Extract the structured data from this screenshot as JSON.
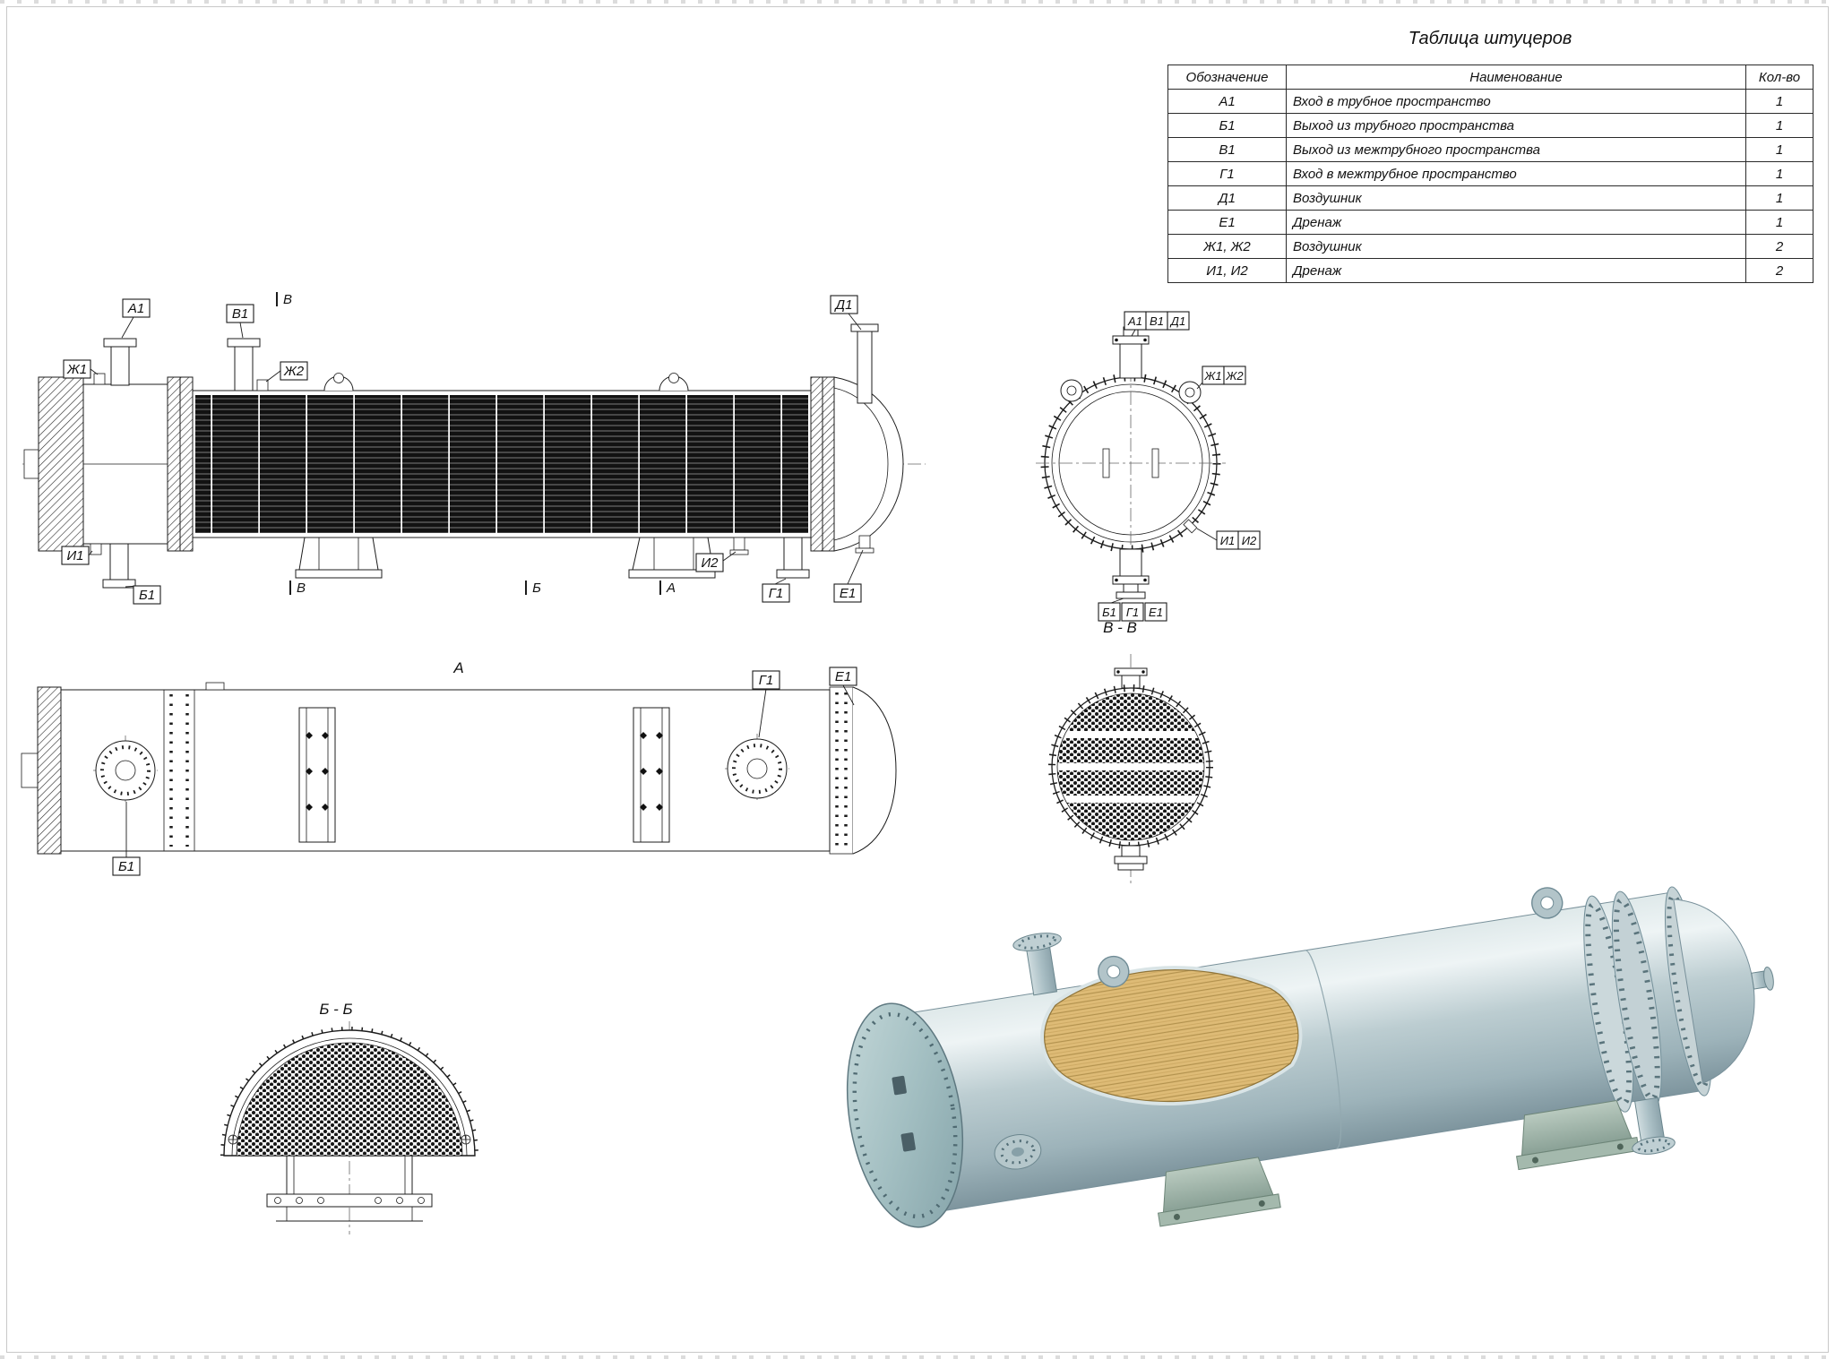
{
  "sheet": {
    "background": "#ffffff",
    "ink": "#1c1c1c",
    "frame_color": "#c8c8c8"
  },
  "nozzle_table": {
    "title": "Таблица штуцеров",
    "headers": {
      "designation": "Обозначение",
      "name": "Наименование",
      "qty": "Кол-во"
    },
    "rows": [
      {
        "designation": "А1",
        "name": "Вход в трубное пространство",
        "qty": "1"
      },
      {
        "designation": "Б1",
        "name": "Выход из трубного пространства",
        "qty": "1"
      },
      {
        "designation": "В1",
        "name": "Выход из межтрубного пространства",
        "qty": "1"
      },
      {
        "designation": "Г1",
        "name": "Вход в межтрубное пространство",
        "qty": "1"
      },
      {
        "designation": "Д1",
        "name": "Воздушник",
        "qty": "1"
      },
      {
        "designation": "Е1",
        "name": "Дренаж",
        "qty": "1"
      },
      {
        "designation": "Ж1, Ж2",
        "name": "Воздушник",
        "qty": "2"
      },
      {
        "designation": "И1, И2",
        "name": "Дренаж",
        "qty": "2"
      }
    ]
  },
  "main_view": {
    "callout_a1": "А1",
    "callout_v1": "В1",
    "callout_zh1": "Ж1",
    "callout_zh2": "Ж2",
    "callout_d1": "Д1",
    "callout_i1": "И1",
    "callout_b1": "Б1",
    "callout_i2": "И2",
    "callout_g1": "Г1",
    "callout_e1": "Е1",
    "marker_v_top": "В",
    "marker_v_bottom": "В",
    "marker_b_bottom": "Б",
    "marker_a_bottom": "А"
  },
  "end_view": {
    "callout_a1": "А1",
    "callout_v1": "В1",
    "callout_d1": "Д1",
    "callout_zh1": "Ж1",
    "callout_zh2": "Ж2",
    "callout_i1": "И1",
    "callout_i2": "И2",
    "callout_b1": "Б1",
    "callout_g1": "Г1",
    "callout_e1": "Е1"
  },
  "section_vv": {
    "title": "В - В"
  },
  "view_a": {
    "label": "А",
    "callout_g1": "Г1",
    "callout_e1": "Е1",
    "callout_b1": "Б1"
  },
  "section_bb": {
    "title": "Б - Б"
  },
  "render_3d": {
    "body_color": "#b7c8cc",
    "face_color": "#9cb9bd",
    "tube_bundle_color": "#ddba72",
    "support_color": "#a3b8ae"
  }
}
